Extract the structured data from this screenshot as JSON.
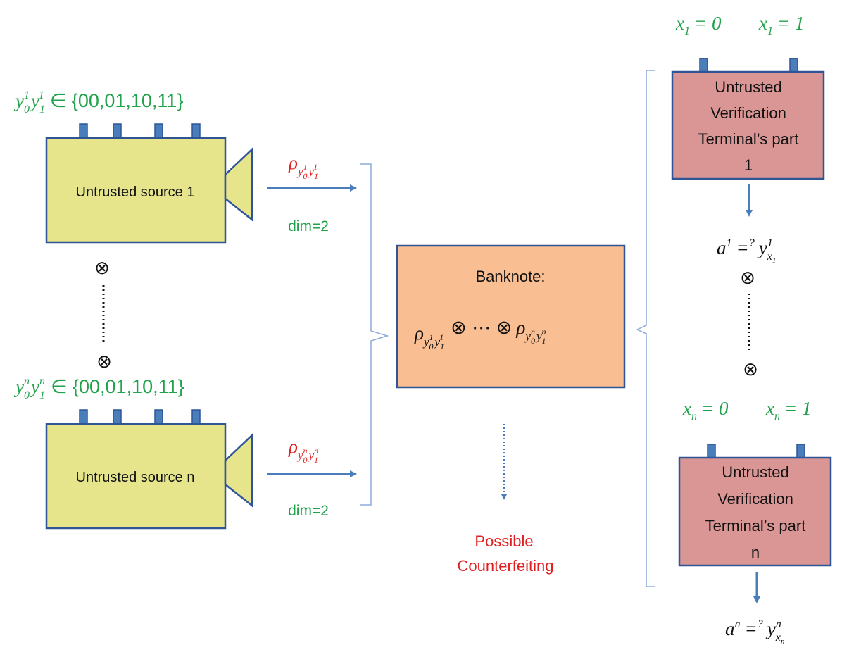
{
  "colors": {
    "source_fill": "#e6e58c",
    "source_stroke": "#2f5597",
    "banknote_fill": "#f9be92",
    "terminal_fill": "#d99694",
    "arrow": "#4a7ebb",
    "green_text": "#21a24b",
    "red_text": "#e02020"
  },
  "sources": {
    "source1": {
      "label": "Untrusted source 1",
      "set_base": "y",
      "set_sub0": "0",
      "set_sub1": "1",
      "set_sup": "1",
      "set_values": "∈ {00,01,10,11}",
      "dim": "dim=2",
      "rho": "ρ",
      "rho_sub_y": "y",
      "rho_sub_0": "0",
      "rho_sub_1": "1",
      "rho_sup": "1"
    },
    "sourceN": {
      "label": "Untrusted source n",
      "set_base": "y",
      "set_sub0": "0",
      "set_sub1": "1",
      "set_sup": "n",
      "set_values": "∈ {00,01,10,11}",
      "dim": "dim=2",
      "rho": "ρ",
      "rho_sub_y": "y",
      "rho_sub_0": "0",
      "rho_sub_1": "1",
      "rho_sup": "n"
    },
    "tensor_symbol": "⊗"
  },
  "banknote": {
    "title": "Banknote:",
    "rho": "ρ",
    "y": "y",
    "sub0": "0",
    "sub1": "1",
    "sup_first": "1",
    "sup_last": "n",
    "operator": "⊗ ⋯ ⊗"
  },
  "counterfeit": {
    "line1": "Possible",
    "line2": "Counterfeiting"
  },
  "terminals": {
    "part1": {
      "lines": [
        "Untrusted",
        "Verification",
        "Terminal’s part",
        "1"
      ],
      "input0_var": "x",
      "input0_sub": "1",
      "input0_eq": "= 0",
      "input1_var": "x",
      "input1_sub": "1",
      "input1_eq": "= 1",
      "out_a": "a",
      "out_sup": "1",
      "out_rel": "=",
      "out_q": "?",
      "out_y": "y",
      "out_y_sup": "1",
      "out_x": "x",
      "out_x_sub": "1"
    },
    "partN": {
      "lines": [
        "Untrusted",
        "Verification",
        "Terminal’s part",
        "n"
      ],
      "input0_var": "x",
      "input0_sub": "n",
      "input0_eq": "= 0",
      "input1_var": "x",
      "input1_sub": "n",
      "input1_eq": "= 1",
      "out_a": "a",
      "out_sup": "n",
      "out_rel": "=",
      "out_q": "?",
      "out_y": "y",
      "out_y_sup": "n",
      "out_x": "x",
      "out_x_sub": "n"
    },
    "tensor_symbol": "⊗"
  }
}
